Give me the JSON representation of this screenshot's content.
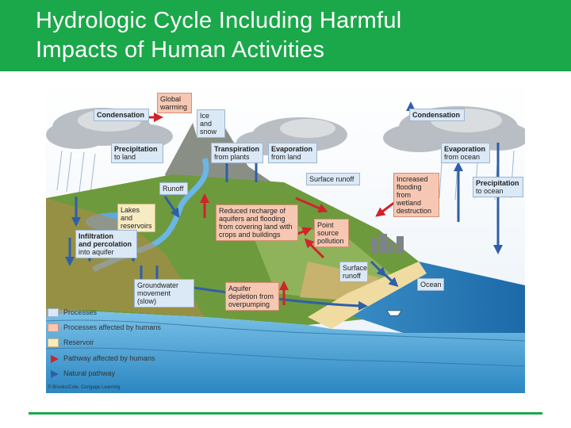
{
  "slide": {
    "title_line1": "Hydrologic Cycle Including Harmful",
    "title_line2": "Impacts of Human Activities"
  },
  "diagram": {
    "labels": {
      "condensation_left": "Condensation",
      "global_warming_1": "Global",
      "global_warming_2": "warming",
      "ice_snow_1": "Ice and",
      "ice_snow_2": "snow",
      "condensation_right": "Condensation",
      "precip_land_1": "Precipitation",
      "precip_land_2": "to land",
      "transpiration_1": "Transpiration",
      "transpiration_2": "from plants",
      "evap_land_1": "Evaporation",
      "evap_land_2": "from land",
      "evap_ocean_1": "Evaporation",
      "evap_ocean_2": "from ocean",
      "surface_runoff_top": "Surface runoff",
      "increased_flooding_1": "Increased",
      "increased_flooding_2": "flooding",
      "increased_flooding_3": "from wetland",
      "increased_flooding_4": "destruction",
      "precip_ocean_1": "Precipitation",
      "precip_ocean_2": "to ocean",
      "runoff": "Runoff",
      "lakes_1": "Lakes and",
      "lakes_2": "reservoirs",
      "reduced_recharge_1": "Reduced recharge of",
      "reduced_recharge_2": "aquifers and flooding",
      "reduced_recharge_3": "from covering land with",
      "reduced_recharge_4": "crops and buildings",
      "point_source_1": "Point",
      "point_source_2": "source",
      "point_source_3": "pollution",
      "infiltration_1": "Infiltration",
      "infiltration_2": "and percolation",
      "infiltration_3": "into aquifer",
      "surface_runoff_bottom_1": "Surface",
      "surface_runoff_bottom_2": "runoff",
      "ocean": "Ocean",
      "groundwater_1": "Groundwater",
      "groundwater_2": "movement (slow)",
      "aquifer_depletion_1": "Aquifer",
      "aquifer_depletion_2": "depletion from",
      "aquifer_depletion_3": "overpumping"
    },
    "legend": [
      {
        "label": "Processes",
        "color": "#dbe8f5",
        "border": "#9bb6d2",
        "kind": "box"
      },
      {
        "label": "Processes affected by humans",
        "color": "#f6c8b4",
        "border": "#d88e70",
        "kind": "box"
      },
      {
        "label": "Reservoir",
        "color": "#f7ebc2",
        "border": "#cdb97a",
        "kind": "box"
      },
      {
        "label": "Pathway affected by humans",
        "color": "#d1232a",
        "kind": "arrow"
      },
      {
        "label": "Natural pathway",
        "color": "#2f5fa8",
        "kind": "arrow"
      }
    ],
    "credit": "© Brooks/Cole, Cengage Learning"
  },
  "colors": {
    "header_green": "#1ba84a",
    "human_arrow": "#d1232a",
    "natural_arrow": "#2f5fa8"
  }
}
